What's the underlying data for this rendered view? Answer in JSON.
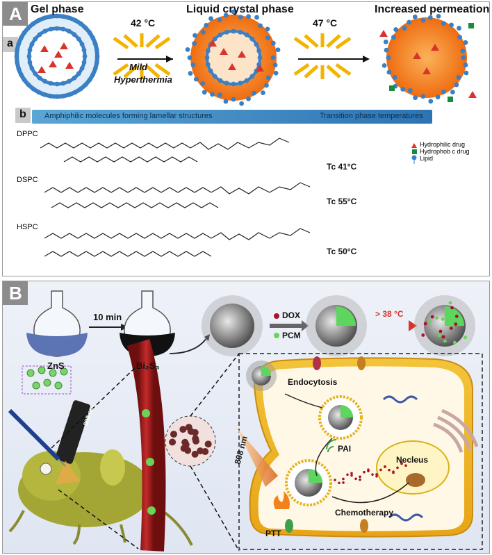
{
  "panel_a": {
    "letter": "A",
    "sub_a": "a",
    "sub_b": "b",
    "titles": [
      "Gel phase",
      "Liquid crystal phase",
      "Increased permeation"
    ],
    "temps": [
      "42 °C",
      "47 °C"
    ],
    "mild": "Mild",
    "hyperthermia": "Hyperthermia",
    "banner_left": "Amphiphilic molecules forming lamellar structures",
    "banner_right": "Transition phase temperatures",
    "lipids": [
      {
        "name": "DPPC",
        "tc": "Tc 41°C"
      },
      {
        "name": "DSPC",
        "tc": "Tc 55°C"
      },
      {
        "name": "HSPC",
        "tc": "Tc 50°C"
      }
    ],
    "legend": [
      "Hydrophilic drug",
      "Hydrophob c drug",
      "Lipid"
    ],
    "colors": {
      "hydrophilic": "#d9342b",
      "hydrophobic": "#1a8a3c",
      "lipid": "#3b7fc4",
      "core": "#f07a1a"
    }
  },
  "panel_b": {
    "letter": "B",
    "time": "10 min",
    "flask1": "ZnS",
    "flask2": "Bi₂S₃",
    "dox": "DOX",
    "pcm": "PCM",
    "temp": "> 38 °C",
    "nm_label": "808 nm",
    "laser_label": "808 nm",
    "endocytosis": "Endocytosis",
    "pai": "PAI",
    "ptt": "PTT",
    "chemo": "Chemotherapy",
    "nucleus": "Necleus"
  }
}
